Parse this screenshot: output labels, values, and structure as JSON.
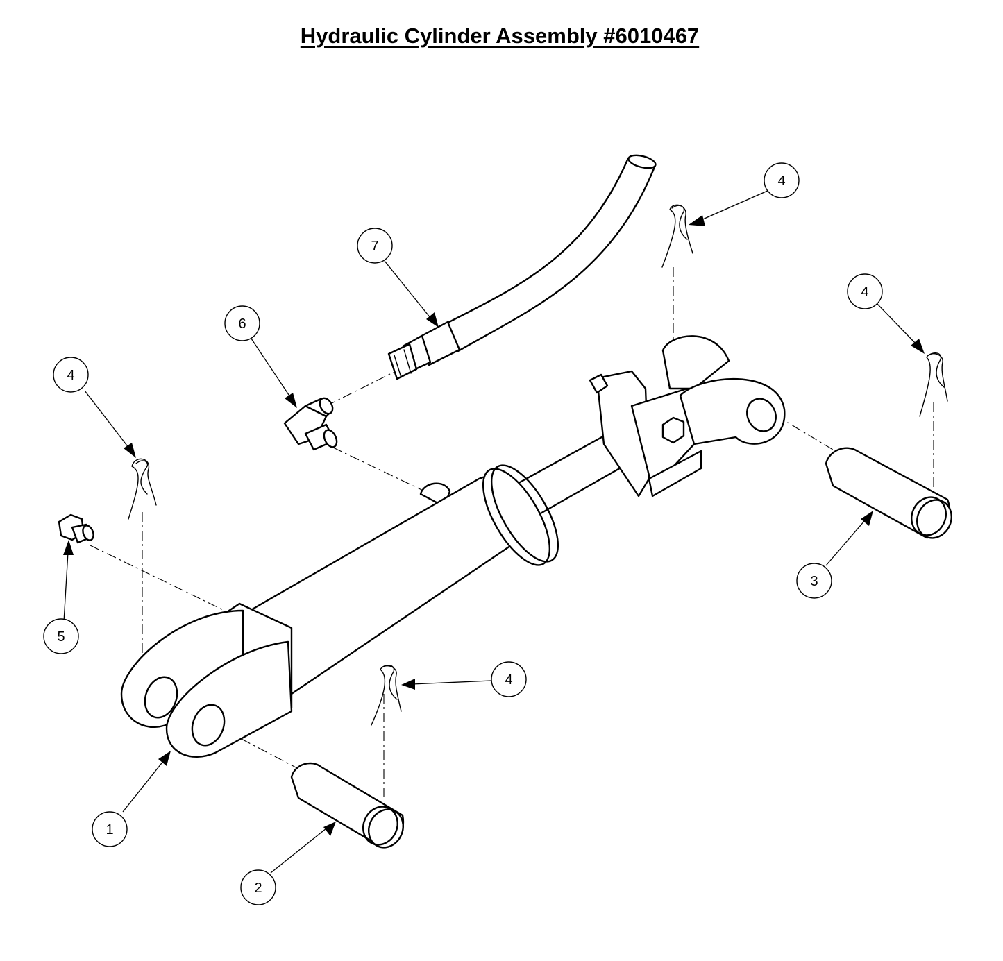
{
  "title": "Hydraulic Cylinder Assembly #6010467",
  "callouts": [
    {
      "id": "callout-1",
      "label": "1"
    },
    {
      "id": "callout-2",
      "label": "2"
    },
    {
      "id": "callout-3",
      "label": "3"
    },
    {
      "id": "callout-4a",
      "label": "4"
    },
    {
      "id": "callout-4b",
      "label": "4"
    },
    {
      "id": "callout-4c",
      "label": "4"
    },
    {
      "id": "callout-4d",
      "label": "4"
    },
    {
      "id": "callout-5",
      "label": "5"
    },
    {
      "id": "callout-6",
      "label": "6"
    },
    {
      "id": "callout-7",
      "label": "7"
    }
  ]
}
